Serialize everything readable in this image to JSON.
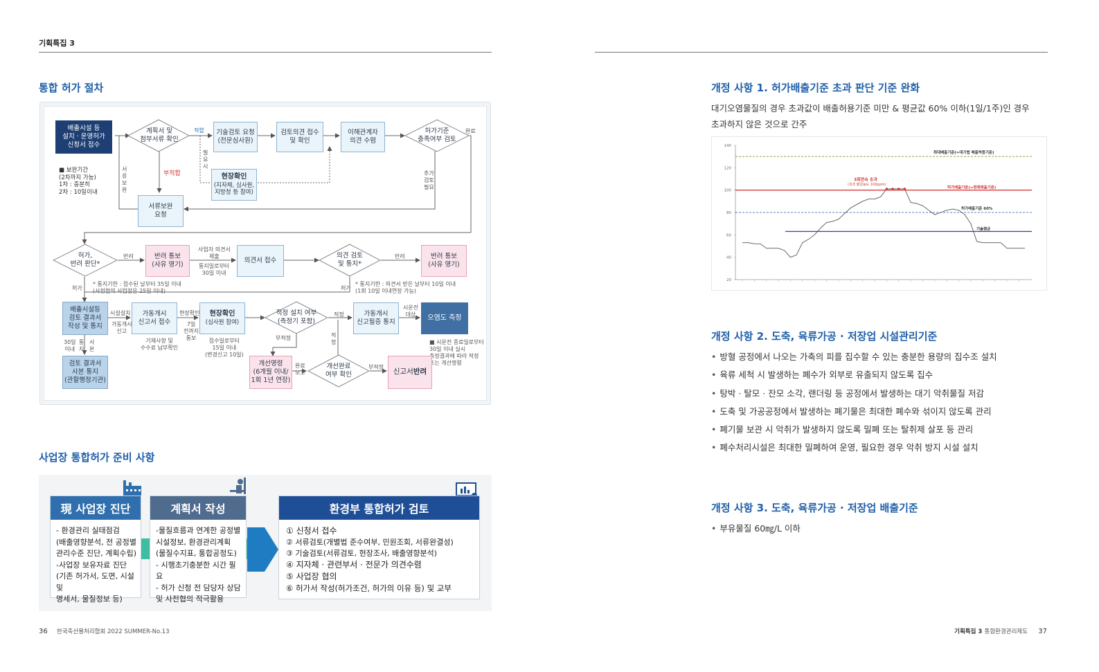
{
  "header": {
    "section_tag": "기획특집 3"
  },
  "left": {
    "flow_title": "통합 허가 절차",
    "flow": {
      "apply": "배출시설 등\n설치 · 운영허가\n신청서 접수",
      "review_plan": "계획서 및\n첨부서류 확인",
      "tech_review": "기술검토 요청\n(전문심사원)",
      "opinion_collect": "검토의견 접수\n및 확인",
      "stakeholder": "이해관계자\n의견 수렴",
      "criteria_check": "허가기준\n충족여부 검토",
      "field_check_title": "현장확인",
      "field_check_sub": "(지자체, 심사원,\n지방청 등 참여)",
      "doc_supplement": "서류보완\n요청",
      "supplement_note": "■ 보완기간\n(2차까지 가능)\n1차 : 충분히\n2차 : 10일이내",
      "lbl_fit": "적합",
      "lbl_unfit": "부적합",
      "lbl_need": "필\n요\n시",
      "lbl_doc_supp": "서\n류\n보\n완",
      "lbl_done": "완료",
      "lbl_extra": "추가\n검토\n필요",
      "decision": "허가,\n반려 판단*",
      "reject_notice_1": "반려 통보\n(사유 명기)",
      "lbl_reject_1": "반려",
      "lbl_opinion_submit": "사업자 의견서\n제출",
      "lbl_notice_days": "통지일로부터\n30일 이내",
      "opinion_receipt": "의견서 접수",
      "opinion_review": "의견 검토\n및 통지*",
      "lbl_reject_2": "반려",
      "reject_notice_2": "반려 통보\n(사유 명기)",
      "note_notice": "* 통지기한 : 접수된 날부터 35일 이내\n(사전협의 사업장은 25일 이내)",
      "lbl_permit_1": "허가",
      "lbl_permit_2": "허가",
      "note_opinion": "* 통지기한 : 의견서 받은 날부터 10일 이내\n(1회 10일 이내연장 가능)",
      "facility_review": "배출시설등\n검토 결과서\n작성 및 통지",
      "lbl_install": "시설설치",
      "lbl_start_report": "가동개시\n신고",
      "start_report": "가동개시\n신고서 접수",
      "lbl_start_doc": "기재사항 및\n수수료 납부확인",
      "lbl_field": "현장확인",
      "lbl_within7": "7일\n전까지\n통보",
      "field_check2_title": "현장확인",
      "field_check2_sub": "(심사원 참여)",
      "lbl_receipt15": "접수일로부터\n15일 이내\n(변경신고 10일)",
      "proper_install": "적정 설치 여부\n(측정기 포함)",
      "lbl_proper_1": "적정",
      "start_notice": "가동개시\n신고필증 통지",
      "lbl_trial": "시운전\n대상",
      "pollution_measure": "오염도 측정",
      "lbl_improper": "부적정",
      "lbl_proper_2": "적\n정",
      "note_trial": "■ 시운전 종료일로부터\n30일 이내 실시\n측정결과에 따라 적정\n또는 개선명령",
      "lbl_30days": "30일\n이내",
      "lbl_notice_copy": "통\n지",
      "lbl_copy": "사\n본",
      "review_copy": "검토 결과서\n사본 통지\n(관할행정기관)",
      "improve_order": "개선명령\n(6개월 이내/\n1회 1년 연장)",
      "lbl_complete_report": "완료\n보고",
      "improve_check": "개선완료\n여부 확인",
      "lbl_improper_2": "부적정",
      "report_reject_prefix": "신고서 ",
      "report_reject_bold": "반려"
    },
    "prep_title": "사업장 통합허가 준비 사항",
    "prep": {
      "col1_title": "現 사업장 진단",
      "col1_body": "- 환경관리 실태점검\n(배출영향분석, 전 공정별\n관리수준 진단, 계획수립)\n-사업장 보유자료 진단\n(기존 허가서, 도면, 시설 및\n명세서, 물질정보 등)",
      "col2_title": "계획서 작성",
      "col2_body": "-물질흐름과 연계한 공정별\n시설정보, 환경관리계획\n(물질수지표, 통합공정도)\n- 시행초기충분한 시간 필요\n- 허가 신청 전 담당자 상담\n및 사전협의 적극활용",
      "col3_title": "환경부 통합허가 검토",
      "col3_items": [
        "① 신청서 접수",
        "② 서류검토(개별법 준수여부, 민원조회, 서류완결성)",
        "③ 기술검토(서류검토, 현장조사, 배출영향분석)",
        "④ 지자체 · 관련부서 · 전문가 의견수렴",
        "⑤ 사업장 협의",
        "⑥ 허가서 작성(허가조건, 허가의 이유 등) 및 교부"
      ],
      "colors": {
        "col1": "#2f6fad",
        "col2": "#4f6b8e",
        "col3": "#1e4f96",
        "arrow": "#1f7cc2",
        "band": "#2bb79a"
      }
    },
    "footer": {
      "page": "36",
      "publication": "한국축산물처리협회 2022 SUMMER-No.13"
    }
  },
  "right": {
    "sec1_title": "개정 사항 1. 허가배출기준 초과 판단 기준 완화",
    "sec1_text_1": "대기오염물질의 경우 초과값이 배출허용기준 미만 & 평균값 60% 이하(1일/1주)인 경우",
    "sec1_text_2": "초과하지 않은 것으로 간주",
    "sec2_title": "개정 사항 2. 도축, 육류가공 · 저장업 시설관리기준",
    "sec2_items": [
      "방혈 공정에서 나오는 가축의 피를 집수할 수 있는 충분한 용량의 집수조 설치",
      "육류 세척 시 발생하는 폐수가 외부로 유출되지 않도록 집수",
      "탕박 · 탈모 · 잔모 소각, 랜더링 등 공정에서 발생하는 대기 악취물질 저감",
      "도축 및 가공공정에서 발생하는 폐기물은 최대한 폐수와 섞이지 않도록 관리",
      "폐기물 보관 시 악취가 발생하지 않도록 밀폐 또는 탈취제 살포 등 관리",
      "폐수처리시설은 최대한 밀폐하여 운영, 필요한 경우 악취 방지 시설 설치"
    ],
    "sec3_title": "개정 사항 3. 도축, 육류가공 · 저장업 배출기준",
    "sec3_items": [
      "부유물질 60㎎/L 이하"
    ],
    "footer": {
      "tag": "기획특집 3",
      "sub": "통합환경관리제도",
      "page": "37"
    }
  },
  "chart_data": {
    "type": "line",
    "ylim": [
      20,
      140
    ],
    "yticks": [
      20,
      40,
      60,
      80,
      100,
      120,
      140
    ],
    "reference_lines": [
      {
        "name": "최대배출기준(=대기법 배출허용기준)",
        "value": 130,
        "style": "dashed",
        "color": "#8aa83a"
      },
      {
        "name": "허가배출기준(=현재배출기준)",
        "value": 100,
        "style": "solid",
        "color": "#d63a3a"
      },
      {
        "name": "허가배출기준 60%",
        "value": 80,
        "style": "dashed",
        "color": "#5b7fbf"
      },
      {
        "name": "기술평균",
        "value": 63,
        "style": "solid",
        "color": "#5a3f8f"
      }
    ],
    "annotation": {
      "text_1": "3회연속 초과",
      "text_2": "(초과 평균농도 100ppm)",
      "color": "#d63a3a"
    },
    "series": [
      {
        "values": [
          53,
          53,
          52,
          52,
          48,
          48,
          48,
          46,
          40,
          42,
          53,
          56,
          60,
          66,
          71,
          72,
          74,
          79,
          84,
          87,
          90,
          92,
          92,
          94,
          101,
          101,
          101,
          101,
          89,
          88,
          86,
          82,
          78,
          80,
          82,
          83,
          82,
          78,
          70,
          54,
          53,
          53,
          53,
          53,
          48,
          48,
          48,
          48
        ],
        "color": "#555555"
      }
    ]
  }
}
